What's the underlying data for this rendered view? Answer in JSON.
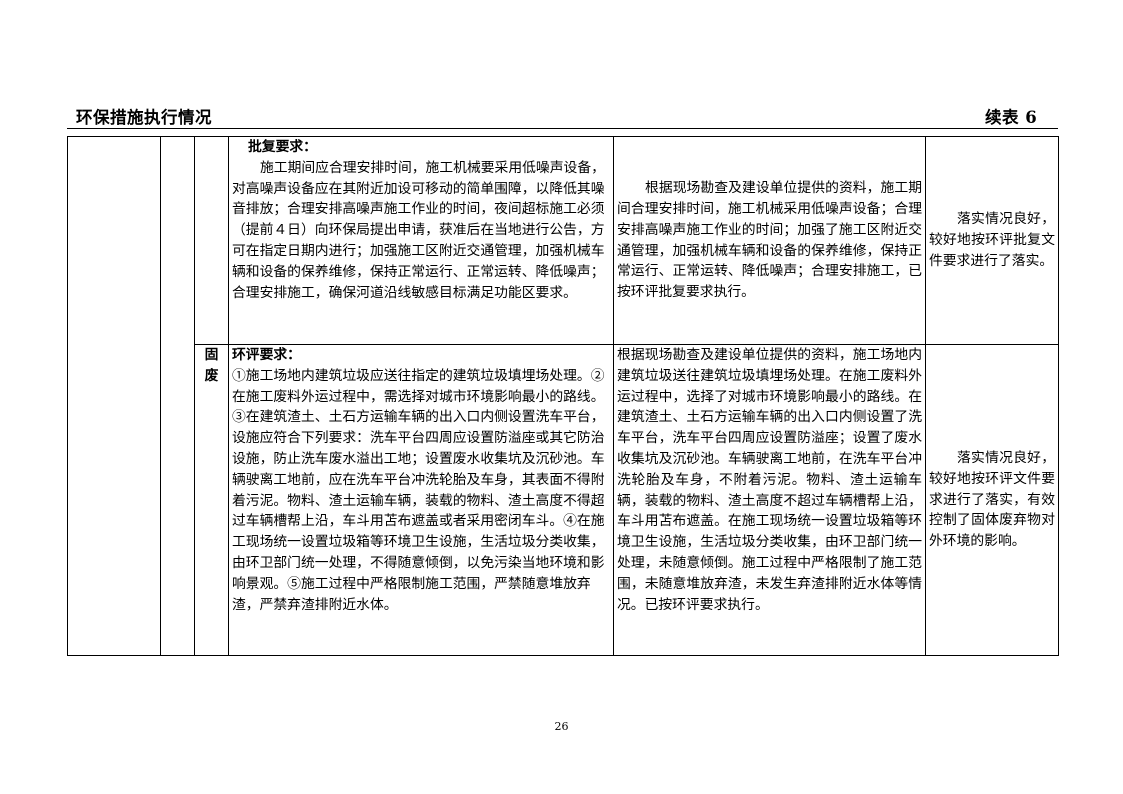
{
  "header": {
    "title": "环保措施执行情况",
    "continuation": "续表 6"
  },
  "rows": [
    {
      "category": "",
      "requirement_title": "批复要求：",
      "requirement_body": "施工期间应合理安排时间，施工机械要采用低噪声设备，对高噪声设备应在其附近加设可移动的简单围障，以降低其噪音排放；合理安排高噪声施工作业的时间，夜间超标施工必须（提前４日）向环保局提出申请，获准后在当地进行公告，方可在指定日期内进行；加强施工区附近交通管理，加强机械车辆和设备的保养维修，保持正常运行、正常运转、降低噪声；合理安排施工，确保河道沿线敏感目标满足功能区要求。",
      "implementation": "根据现场勘查及建设单位提供的资料，施工期间合理安排时间，施工机械采用低噪声设备；合理安排高噪声施工作业的时间；加强了施工区附近交通管理，加强机械车辆和设备的保养维修，保持正常运行、正常运转、降低噪声；合理安排施工，已按环评批复要求执行。",
      "conclusion": "落实情况良好，较好地按环评批复文件要求进行了落实。"
    },
    {
      "category": "固\n废",
      "requirement_title": "环评要求：",
      "requirement_body": "①施工场地内建筑垃圾应送往指定的建筑垃圾填埋场处理。②在施工废料外运过程中，需选择对城市环境影响最小的路线。③在建筑渣土、土石方运输车辆的出入口内侧设置洗车平台，设施应符合下列要求：洗车平台四周应设置防溢座或其它防治设施，防止洗车废水溢出工地；设置废水收集坑及沉砂池。车辆驶离工地前，应在洗车平台冲洗轮胎及车身，其表面不得附着污泥。物料、渣土运输车辆，装载的物料、渣土高度不得超过车辆槽帮上沿，车斗用苫布遮盖或者采用密闭车斗。④在施工现场统一设置垃圾箱等环境卫生设施，生活垃圾分类收集，由环卫部门统一处理，不得随意倾倒，以免污染当地环境和影响景观。⑤施工过程中严格限制施工范围，严禁随意堆放弃渣，严禁弃渣排附近水体。",
      "implementation": "根据现场勘查及建设单位提供的资料，施工场地内建筑垃圾送往建筑垃圾填埋场处理。在施工废料外运过程中，选择了对城市环境影响最小的路线。在建筑渣土、土石方运输车辆的出入口内侧设置了洗车平台，洗车平台四周应设置防溢座；设置了废水收集坑及沉砂池。车辆驶离工地前，在洗车平台冲洗轮胎及车身，不附着污泥。物料、渣土运输车辆，装载的物料、渣土高度不超过车辆槽帮上沿，车斗用苫布遮盖。在施工现场统一设置垃圾箱等环境卫生设施，生活垃圾分类收集，由环卫部门统一处理，未随意倾倒。施工过程中严格限制了施工范围，未随意堆放弃渣，未发生弃渣排附近水体等情况。已按环评要求执行。",
      "conclusion": "落实情况良好，较好地按环评文件要求进行了落实，有效控制了固体废弃物对外环境的影响。"
    }
  ],
  "page_number": "26"
}
